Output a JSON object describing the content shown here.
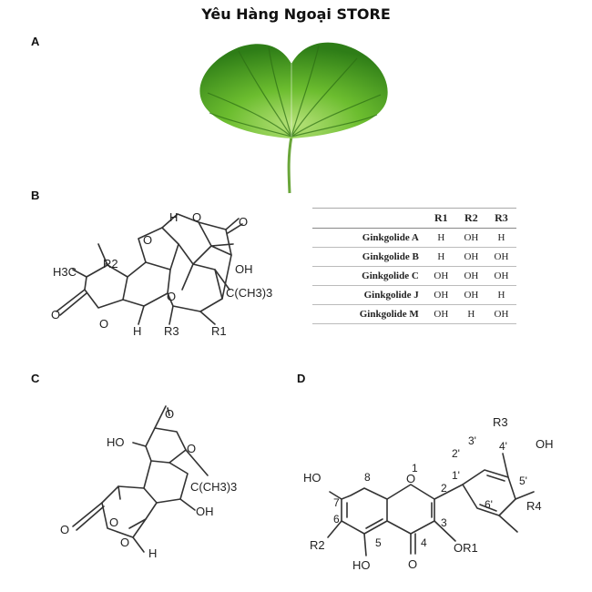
{
  "header": {
    "title": "Yêu Hàng Ngoại STORE"
  },
  "panels": {
    "a": "A",
    "b": "B",
    "c": "C",
    "d": "D"
  },
  "colors": {
    "leaf_dark": "#2f7d1a",
    "leaf_light": "#7cc43c",
    "ink": "#333333"
  },
  "table": {
    "columns": [
      "",
      "R1",
      "R2",
      "R3"
    ],
    "rows": [
      {
        "name": "Ginkgolide A",
        "r1": "H",
        "r2": "OH",
        "r3": "H"
      },
      {
        "name": "Ginkgolide B",
        "r1": "H",
        "r2": "OH",
        "r3": "OH"
      },
      {
        "name": "Ginkgolide C",
        "r1": "OH",
        "r2": "OH",
        "r3": "OH"
      },
      {
        "name": "Ginkgolide J",
        "r1": "OH",
        "r2": "OH",
        "r3": "H"
      },
      {
        "name": "Ginkgolide M",
        "r1": "OH",
        "r2": "H",
        "r3": "OH"
      }
    ]
  },
  "structure_b": {
    "h_top": "H",
    "o_ring1": "O",
    "o_ring2": "O",
    "o_carbonyl": "O",
    "oh": "OH",
    "h3c": "H3C",
    "r2": "R2",
    "tbu": "C(CH3)3",
    "o_lactone": "O",
    "o_ring3": "O",
    "o_bridge": "O",
    "h_bottom": "H",
    "r3": "R3",
    "r1": "R1"
  },
  "structure_c": {
    "o_top": "O",
    "ho": "HO",
    "o_ring": "O",
    "tbu": "C(CH3)3",
    "oh": "OH",
    "o_left": "O",
    "o_mid": "O",
    "o_bridge": "O",
    "h": "H"
  },
  "structure_d": {
    "ho7": "HO",
    "r2": "R2",
    "ho5": "HO",
    "o1": "O",
    "o4": "O",
    "or1": "OR1",
    "r3": "R3",
    "oh4p": "OH",
    "r4": "R4",
    "n1": "1",
    "n2": "2",
    "n3": "3",
    "n4": "4",
    "n5": "5",
    "n6": "6",
    "n7": "7",
    "n8": "8",
    "n1p": "1'",
    "n2p": "2'",
    "n3p": "3'",
    "n4p": "4'",
    "n5p": "5'",
    "n6p": "6'"
  }
}
